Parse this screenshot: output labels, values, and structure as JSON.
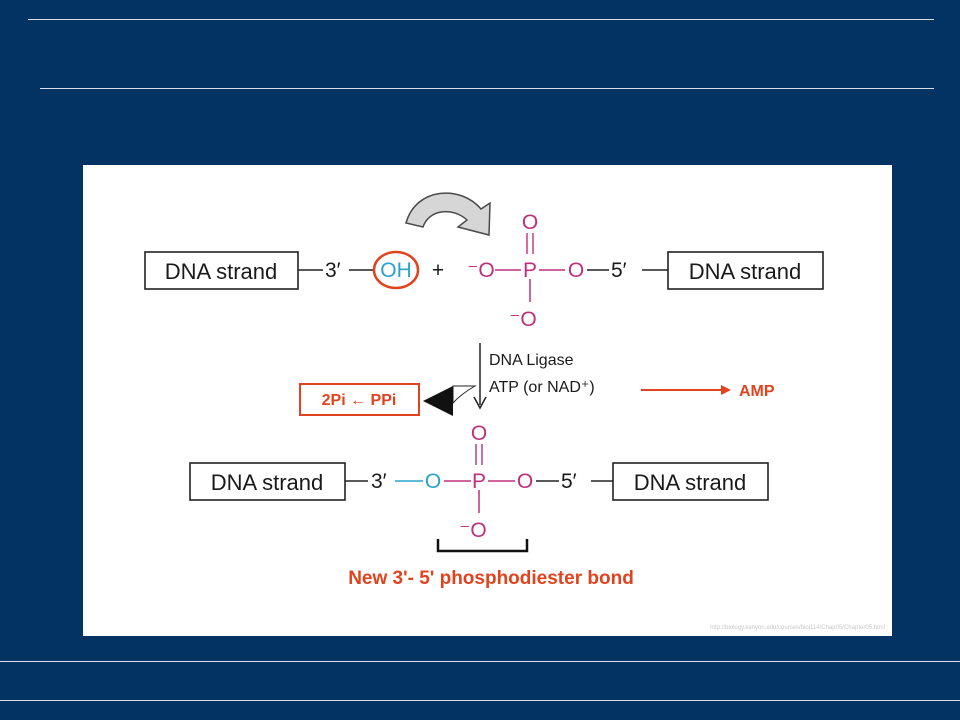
{
  "top_reaction": {
    "left_strand": "DNA strand",
    "left_end": "3′",
    "hydroxyl": "OH",
    "plus": "+",
    "o_minus_left": "⁻O",
    "phosphorus": "P",
    "o_right": "O",
    "right_end": "5′",
    "right_strand": "DNA strand",
    "o_top": "O",
    "o_minus_bottom": "⁻O"
  },
  "enzyme": {
    "line1": "DNA Ligase",
    "line2": "ATP (or NAD⁺)"
  },
  "byproduct_left": "2Pi ← PPi",
  "byproduct_right": "AMP",
  "bottom_product": {
    "left_strand": "DNA strand",
    "left_end": "3′",
    "o_left": "O",
    "phosphorus": "P",
    "o_right": "O",
    "right_end": "5′",
    "right_strand": "DNA strand",
    "o_top": "O",
    "o_minus_bottom": "⁻O"
  },
  "caption": "New 3ʹ- 5ʹ phosphodiester bond",
  "credit": "http://biology.kenyon.edu/courses/biol114/Chap05/Chapter05.html",
  "colors": {
    "background": "#033363",
    "phosphate": "#c0307a",
    "hydroxyl": "#2aa3cc",
    "highlight": "#e2431f"
  }
}
